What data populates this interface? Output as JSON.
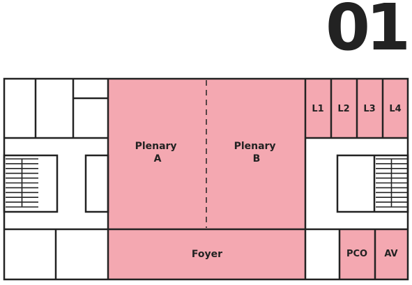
{
  "floor_number": "01",
  "colors": {
    "highlight": "#f4a8b1",
    "line": "#222222",
    "background": "#ffffff"
  },
  "rooms": {
    "plenary_a": [
      "Plenary",
      "A"
    ],
    "plenary_b": [
      "Plenary",
      "B"
    ],
    "foyer": "Foyer",
    "l1": "L1",
    "l2": "L2",
    "l3": "L3",
    "l4": "L4",
    "pco": "PCO",
    "av": "AV"
  }
}
